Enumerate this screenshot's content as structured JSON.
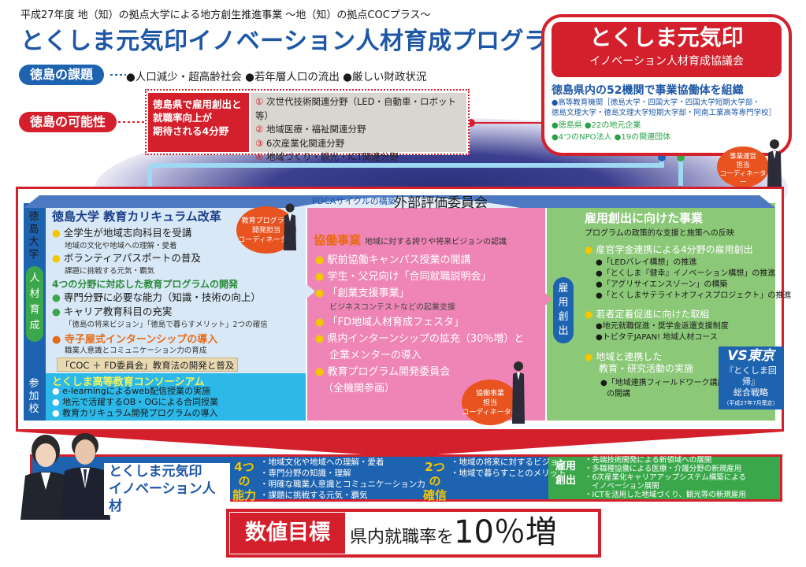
{
  "header": {
    "subtitle": "平成27年度 地（知）の拠点大学による地方創生推進事業 〜地（知）の拠点COCプラス〜",
    "title": "とくしま元気印イノベーション人材育成プログラム"
  },
  "issues": {
    "label": "徳島の課題",
    "text": "●人口減少・超高齢社会 ●若年層人口の流出 ●厳しい財政状況"
  },
  "potential": {
    "label": "徳島の可能性",
    "red_lines": [
      "徳島県で雇用創出と",
      "就職率向上が",
      "期待される4分野"
    ],
    "fields": [
      {
        "num": "①",
        "text": "次世代技術関連分野（LED・自動車・ロボット等）"
      },
      {
        "num": "②",
        "text": "地域医療・福祉関連分野"
      },
      {
        "num": "③",
        "text": "6次産業化関連分野"
      },
      {
        "num": "④",
        "text": "地域づくり・観光・ICT関連分野"
      }
    ]
  },
  "council": {
    "title": "とくしま元気印",
    "subtitle": "イノベーション人材育成協議会",
    "lead": "徳島県内の52機関で事業協働体を組織",
    "members_1": "●高等教育機関［徳島大学・四国大学・四国大学短期大学部・",
    "members_2": "徳島文理大学・徳島文理大学短期大学部・阿南工業高等専門学校］",
    "members_3": "●徳島県 ●22の地元企業",
    "members_4": "●4つのNPO法人 ●19の関連団体",
    "coordinator": [
      "事業運営",
      "担当",
      "コーディネーター"
    ]
  },
  "external": {
    "pdca": "PDCAサイクルの構築",
    "label": "外部評価委員会"
  },
  "tokushima_univ": {
    "side_label": [
      "徳",
      "島",
      "大",
      "学"
    ],
    "jinzai_label": [
      "人",
      "材",
      "育",
      "成"
    ],
    "sankako_label": [
      "参",
      "加",
      "校"
    ],
    "head": "徳島大学 教育カリキュラム改革",
    "items": [
      {
        "text": "全学生が地域志向科目を受講",
        "sub": "地域の文化や地域への理解・愛着"
      },
      {
        "text": "ボランティアパスポートの普及",
        "sub": "課題に挑戦する元気・覇気"
      }
    ],
    "green_head": "4つの分野に対応した教育プログラムの開発",
    "green_items": [
      {
        "text": "専門分野に必要な能力（知識・技術の向上）"
      },
      {
        "text": "キャリア教育科目の充実",
        "sub": "「徳島の将来ビジョン」「徳島で暮らすメリット」2つの確信"
      }
    ],
    "orange_head": "寺子屋式インターンシップの導入",
    "orange_sub": "職業人意識とコミュニケーション力の育成",
    "coc_box": "「COC ＋ FD委員会」教育法の開発と普及",
    "bubble": [
      "教育プログラム",
      "開発担当",
      "コーディネーター"
    ]
  },
  "consortium": {
    "head": "とくしま高等教育コンソーシアム",
    "items": [
      "e-learningによるweb配信授業の実施",
      "地元で活躍するOB・OGによる合同授業",
      "教育カリキュラム開発プログラムの導入"
    ]
  },
  "kyodo": {
    "head": "協働事業",
    "head_sub": "地域に対する誇りや将来ビジョンの認識",
    "items": [
      "駅前協働キャンパス授業の開講",
      "学生・父兄向け「合同就職説明会」",
      "「創業支援事業」",
      "「FD地域人材育成フェスタ」",
      "県内インターンシップの拡充（30％増）と",
      "教育プログラム開発委員会"
    ],
    "sub_3": "ビジネスコンテストなどの起業支援",
    "line_5b": "企業メンターの導入",
    "line_6b": "（全機関参画）",
    "bubble": [
      "協働事業",
      "担当",
      "コーディネーター"
    ]
  },
  "employment": {
    "pill": [
      "雇",
      "用",
      "創",
      "出"
    ],
    "head": "雇用創出に向けた事業",
    "head_sub": "プログラムの政策的な支援と施策への反映",
    "b1": "産官学金連携による4分野の雇用創出",
    "b1_items": [
      "●「LEDバレイ構想」の推進",
      "●「とくしま『健幸』イノベーション構想」の推進",
      "●「アグリサイエンスゾーン」の構築",
      "●「とくしまサテライトオフィスプロジェクト」の推進"
    ],
    "b2": "若者定着促進に向けた取組",
    "b2_items": [
      "●地元就職促進・奨学金返還支援制度",
      "●トビタテJAPAN! 地域人材コース"
    ],
    "b3_1": "地域と連携した",
    "b3_2": "教育・研究活動の実施",
    "b3_items": [
      "●「地域連携フィールドワーク講座」",
      "の開講"
    ]
  },
  "vs": {
    "logo": "VS東京",
    "line1": "『とくしま回帰』",
    "line2": "総合戦略",
    "note": "（平成27年7月策定）"
  },
  "bottom": {
    "name_1": "とくしま元気印",
    "name_2": "イノベーション人材",
    "ability_head": [
      "4つの",
      "能力"
    ],
    "ability_items": [
      "・地域文化や地域への理解・愛着",
      "・専門分野の知識・理解",
      "・明確な職業人意識とコミュニケーション力",
      "・課題に挑戦する元気・覇気"
    ],
    "conviction_head": [
      "2つの",
      "確信"
    ],
    "conviction_items": [
      "・地域の将来に対するビジョン",
      "・地域で暮らすことのメリット"
    ],
    "koyou_head": [
      "雇用",
      "創出"
    ],
    "koyou_items": [
      "・先端技術開発による新領域への展開",
      "・多職種協働による医療・介護分野の新規雇用",
      "・6次産業化キャリアアップシステム構築による",
      "　イノベーション展開",
      "・ICTを活用した地域づくり、観光等の新規雇用"
    ]
  },
  "goal": {
    "label": "数値目標",
    "text_pre": "県内就職率を",
    "text_big": "10％増"
  },
  "colors": {
    "red": "#d3202c",
    "blue": "#1e63b0",
    "pink": "#ef85b6",
    "green": "#8bc878",
    "yellow": "#f3c700",
    "orange": "#e86a17"
  }
}
